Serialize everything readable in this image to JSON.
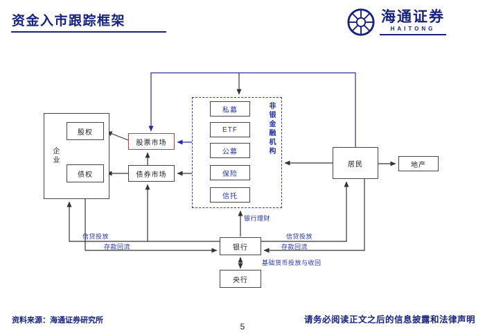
{
  "page": {
    "title": "资金入市跟踪框架",
    "page_number": "5",
    "source": "资料来源：海通证券研究所",
    "disclaimer": "请务必阅读正文之后的信息披露和法律声明"
  },
  "logo": {
    "name": "海通证券",
    "subtitle": "HAITONG",
    "icon": "haitong-wheel-icon"
  },
  "diagram": {
    "enterprise": {
      "label": "企业",
      "equity": "股权",
      "debt": "债权"
    },
    "stock_market": "股票市场",
    "bond_market": "债券市场",
    "nonbank": {
      "label": "非银金融机构",
      "items": [
        "私募",
        "ETF",
        "公募",
        "保险",
        "信托"
      ]
    },
    "residents": "居民",
    "real_estate": "地产",
    "bank": "银行",
    "central_bank": "央行",
    "flow_labels": {
      "bank_wealth_mgmt": "银行理财",
      "credit_to_enterprise": "信贷投放",
      "deposit_reflux_enterprise": "存款回流",
      "credit_to_residents": "信贷投放",
      "deposit_reflux_residents": "存款回流",
      "base_money": "基础货币投放与收回"
    }
  },
  "colors": {
    "navy": "#16227e",
    "highlight_red": "#c23b3b",
    "dashed_blue": "#2b35b0",
    "arrow_dark": "#333333",
    "arrow_blue": "#2b2ba0",
    "flow_label_blue": "#2233a0"
  }
}
